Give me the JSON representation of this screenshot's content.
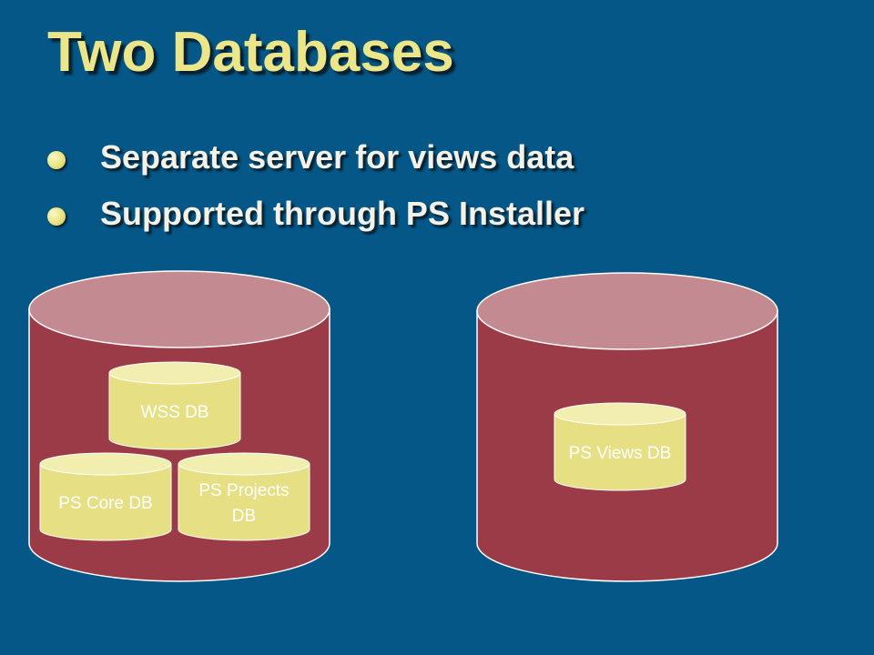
{
  "slide": {
    "title": "Two Databases",
    "bullets": [
      "Separate server for views data",
      "Supported through PS Installer"
    ]
  },
  "diagram": {
    "servers": [
      {
        "databases": [
          {
            "label_lines": [
              "WSS DB"
            ]
          },
          {
            "label_lines": [
              "PS Core DB"
            ]
          },
          {
            "label_lines": [
              "PS Projects",
              "DB"
            ]
          }
        ]
      },
      {
        "databases": [
          {
            "label_lines": [
              "PS Views DB"
            ]
          }
        ]
      }
    ]
  },
  "colors": {
    "background": "#045786",
    "title": "#ece68a",
    "bullet_text": "#f2f2e8",
    "server_body": "#9c3b48",
    "server_top": "#c48a92",
    "db_body": "#e6df84",
    "db_top": "#f2eeb0",
    "outline": "#ffffff"
  }
}
